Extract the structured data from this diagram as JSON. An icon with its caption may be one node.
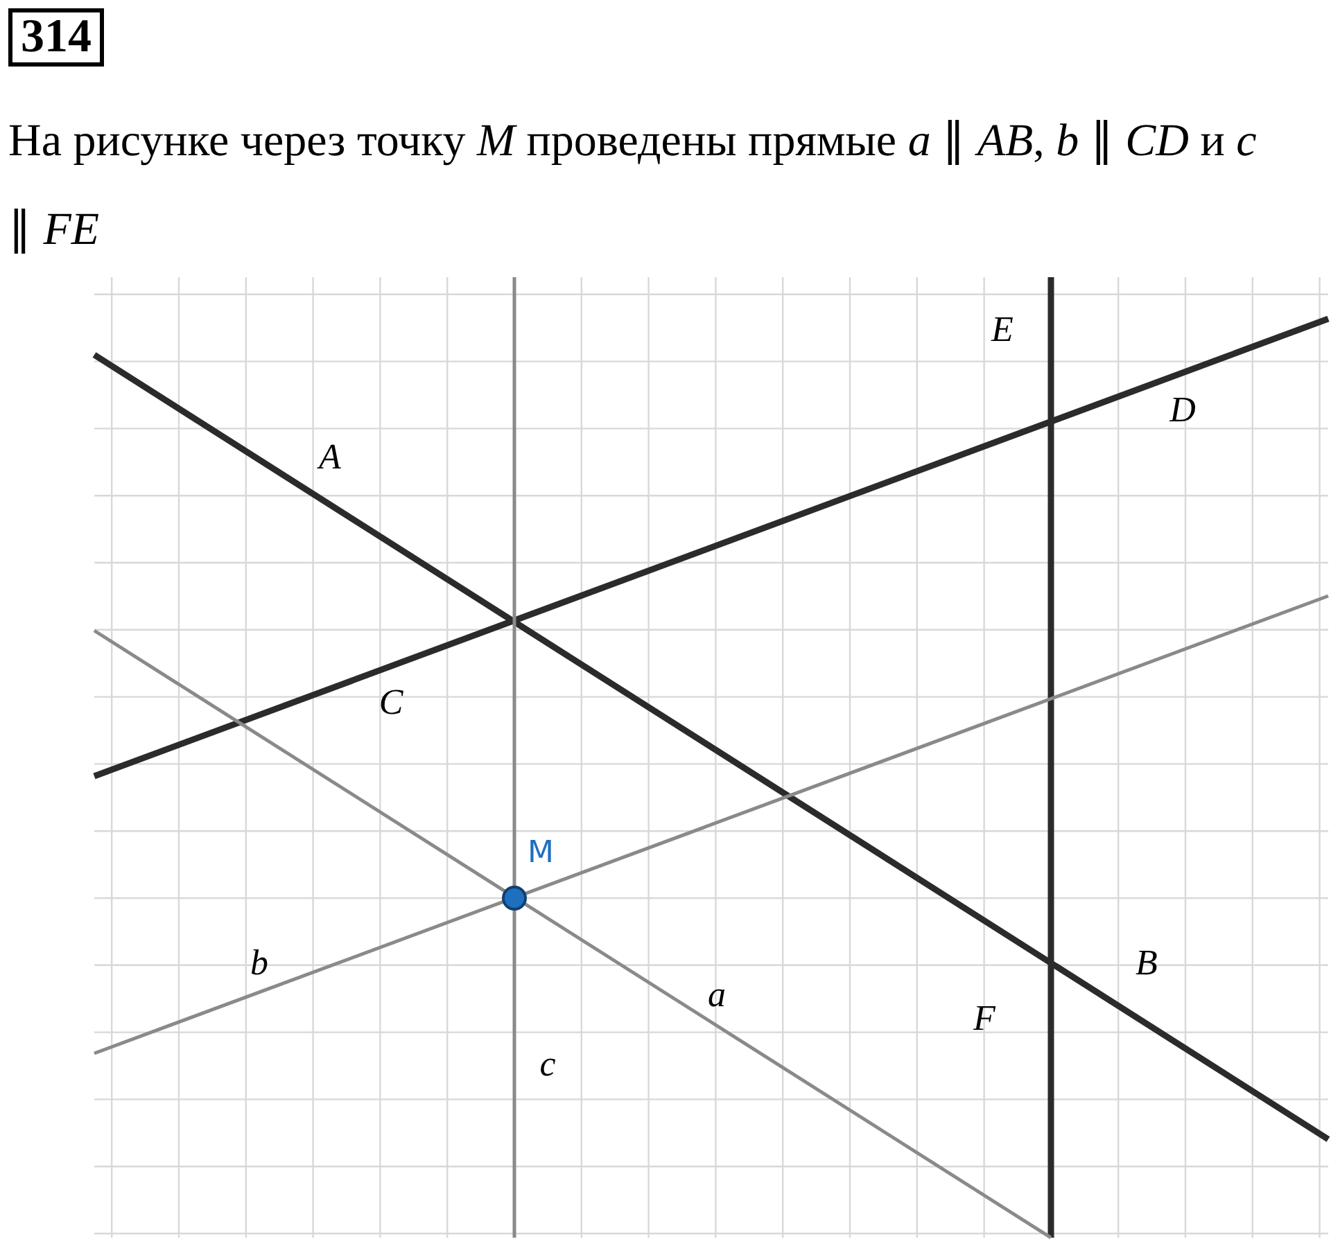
{
  "diagram": {
    "title": "314",
    "caption": "На рисунке через точку *M* проведены прямые *a* ∥ *AB*, *b* ∥ *CD* и *c* ∥ *FE*",
    "labels": [
      "E",
      "D",
      "A",
      "C",
      "M",
      "b",
      "B",
      "a",
      "F",
      "c"
    ]
  }
}
